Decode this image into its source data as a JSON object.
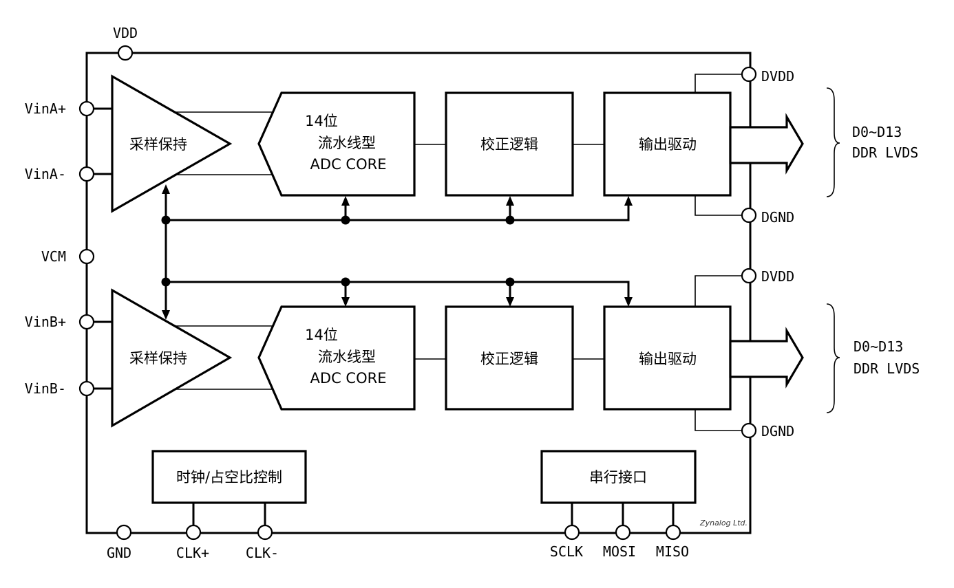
{
  "pins": {
    "vdd": "VDD",
    "gnd": "GND",
    "vcm": "VCM",
    "vina_p": "VinA+",
    "vina_n": "VinA-",
    "vinb_p": "VinB+",
    "vinb_n": "VinB-",
    "clk_p": "CLK+",
    "clk_n": "CLK-",
    "sclk": "SCLK",
    "mosi": "MOSI",
    "miso": "MISO",
    "dvdd_a": "DVDD",
    "dgnd_a": "DGND",
    "dvdd_b": "DVDD",
    "dgnd_b": "DGND"
  },
  "channel_a": {
    "sample_hold": "采样保持",
    "adc_line1": "14位",
    "adc_line2": "流水线型",
    "adc_line3": "ADC CORE",
    "correction": "校正逻辑",
    "output_driver": "输出驱动",
    "output_line1": "D0~D13",
    "output_line2": "DDR LVDS"
  },
  "channel_b": {
    "sample_hold": "采样保持",
    "adc_line1": "14位",
    "adc_line2": "流水线型",
    "adc_line3": "ADC CORE",
    "correction": "校正逻辑",
    "output_driver": "输出驱动",
    "output_line1": "D0~D13",
    "output_line2": "DDR LVDS"
  },
  "clock_block": "时钟/占空比控制",
  "serial_block": "串行接口",
  "brand": "Zynalog Ltd."
}
